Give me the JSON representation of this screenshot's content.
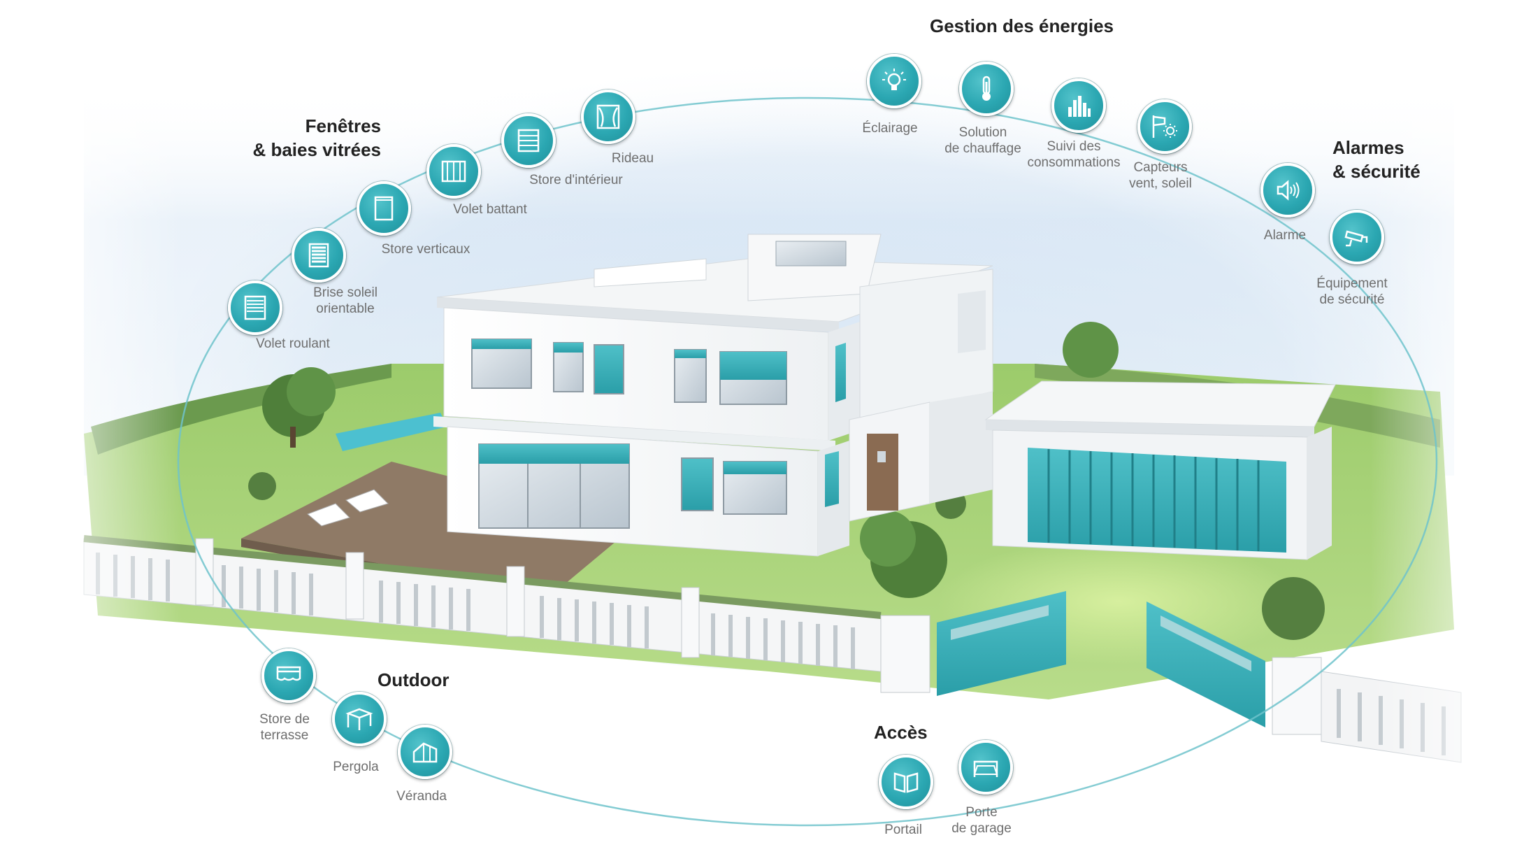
{
  "categories": {
    "energy": "Gestion des énergies",
    "windows": "Fenêtres\n& baies vitrées",
    "security": "Alarmes\n& sécurité",
    "outdoor": "Outdoor",
    "access": "Accès"
  },
  "items": {
    "volet_roulant": "Volet roulant",
    "brise_soleil": "Brise soleil\norientable",
    "store_verticaux": "Store verticaux",
    "volet_battant": "Volet battant",
    "store_interieur": "Store d'intérieur",
    "rideau": "Rideau",
    "eclairage": "Éclairage",
    "chauffage": "Solution\nde chauffage",
    "consommations": "Suivi des\nconsommations",
    "capteurs": "Capteurs\nvent, soleil",
    "alarme": "Alarme",
    "equipement_securite": "Équipement\nde sécurité",
    "store_terrasse": "Store de\nterrasse",
    "pergola": "Pergola",
    "veranda": "Véranda",
    "portail": "Portail",
    "porte_garage": "Porte\nde garage"
  },
  "colors": {
    "accent": "#2ba7b2",
    "category_text": "#222222",
    "label_text": "#6e6e6e",
    "lawn": "#a9d37a",
    "deck": "#8f7a66"
  }
}
